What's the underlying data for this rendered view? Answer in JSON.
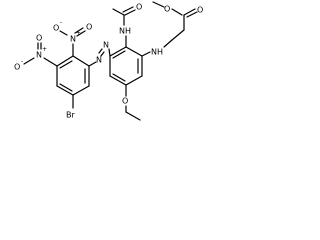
{
  "labels": {
    "nitro_top_n": "N",
    "nitro_top_o_upper": "O",
    "nitro_top_o_lower": "O",
    "nitro_left_n": "N",
    "nitro_left_o1": "O",
    "nitro_left_o2": "O",
    "bromo": "Br",
    "azo_n1": "N",
    "azo_n2": "N",
    "acetamide_nh": "NH",
    "acetamide_o": "O",
    "ether_o": "O",
    "amine_nh": "NH",
    "ester_o_single": "O",
    "ester_o_double": "O"
  },
  "charges": {
    "plus": "+",
    "minus": "-"
  }
}
